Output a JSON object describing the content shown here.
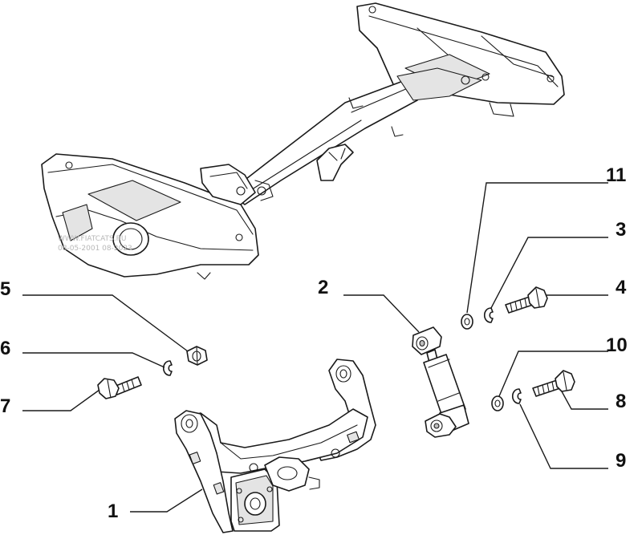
{
  "callouts": [
    {
      "id": "1",
      "label": "1"
    },
    {
      "id": "2",
      "label": "2"
    },
    {
      "id": "3",
      "label": "3"
    },
    {
      "id": "4",
      "label": "4"
    },
    {
      "id": "5",
      "label": "5"
    },
    {
      "id": "6",
      "label": "6"
    },
    {
      "id": "7",
      "label": "7"
    },
    {
      "id": "8",
      "label": "8"
    },
    {
      "id": "9",
      "label": "9"
    },
    {
      "id": "10",
      "label": "10"
    },
    {
      "id": "11",
      "label": "11"
    }
  ],
  "watermark": {
    "line1": "WWW.FIATCATS.RU",
    "line2": "08-05-2001 08-2023"
  },
  "colors": {
    "ink": "#1a1a1a",
    "paper": "#ffffff",
    "shade": "#e4e4e4"
  }
}
